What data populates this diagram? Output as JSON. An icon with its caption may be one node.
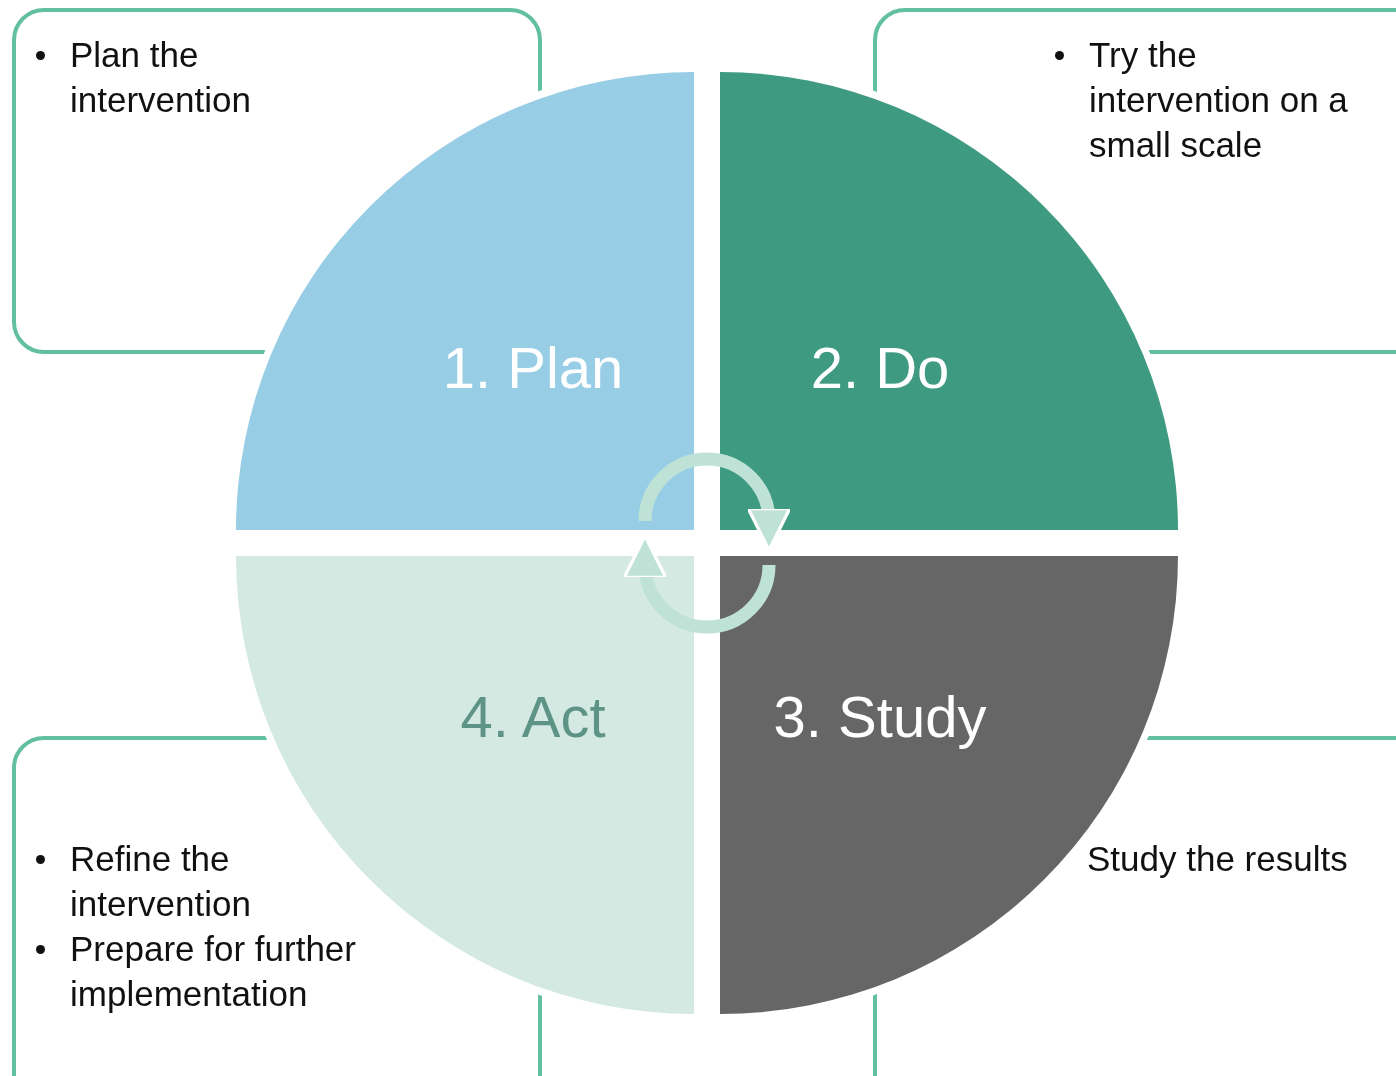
{
  "diagram": {
    "nodes": [
      {
        "text": [
          "1. Plan"
        ]
      },
      {
        "text": [
          "2. Do"
        ]
      },
      {
        "text": [
          "3. Study"
        ]
      },
      {
        "text": [
          "4. Act"
        ]
      },
      {
        "text": [
          "Plan the intervention"
        ]
      },
      {
        "text": [
          "Try the intervention on a small scale"
        ]
      },
      {
        "text": [
          "Study the results"
        ]
      },
      {
        "text": [
          "Refine the intervention",
          "Prepare for further implementation"
        ]
      }
    ],
    "edges": [
      {
        "from": 0,
        "to": 1,
        "arrow": "to"
      },
      {
        "from": 2,
        "to": 3,
        "arrow": "to"
      }
    ]
  }
}
